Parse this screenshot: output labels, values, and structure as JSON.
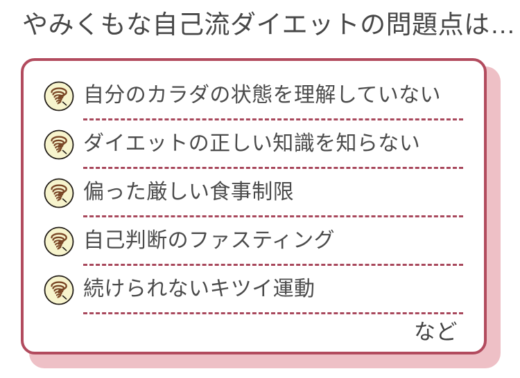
{
  "page": {
    "title": "やみくもな自己流ダイエットの問題点は…",
    "background_color": "#ffffff",
    "title_color": "#474747"
  },
  "card": {
    "border_color": "#b24b5e",
    "shadow_color": "#eec0c6",
    "background_color": "#ffffff",
    "divider_color": "#a8485c",
    "footer_note": "など",
    "icon_name": "swirl-tornado-icon",
    "icon_fill_color": "#f7f4cd",
    "icon_outline_color": "#221d18",
    "icon_swirl_color": "#7a4726",
    "items": [
      {
        "label": "自分のカラダの状態を理解していない"
      },
      {
        "label": "ダイエットの正しい知識を知らない"
      },
      {
        "label": "偏った厳しい食事制限"
      },
      {
        "label": "自己判断のファスティング"
      },
      {
        "label": "続けられないキツイ運動"
      }
    ]
  }
}
